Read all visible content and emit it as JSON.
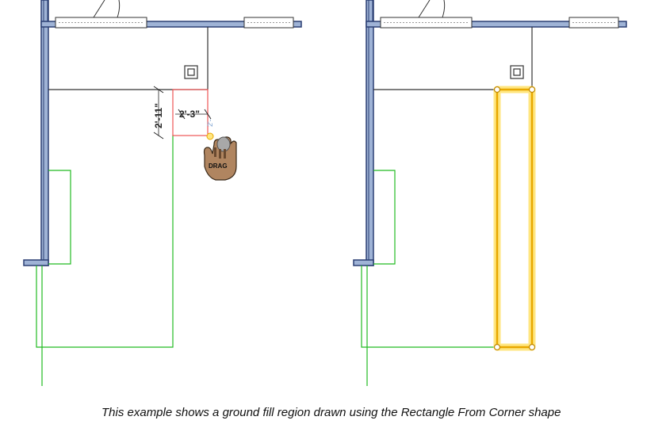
{
  "dimensions": {
    "height_label": "2'-11\"",
    "width_label": "2'-3\"",
    "partial_label": "2'-"
  },
  "cursor": {
    "icon": "hand-drag-cursor-icon",
    "label": "DRAG"
  },
  "caption": "This example shows a ground fill region drawn using the Rectangle From Corner shape",
  "colors": {
    "wall_fill": "#9fb3d6",
    "wall_edge": "#2b3f73",
    "fill_region": "#22bb22",
    "sketch_rect": "#ee5555",
    "selected_outline": "#e8a800",
    "selected_glow": "#ffe680"
  }
}
